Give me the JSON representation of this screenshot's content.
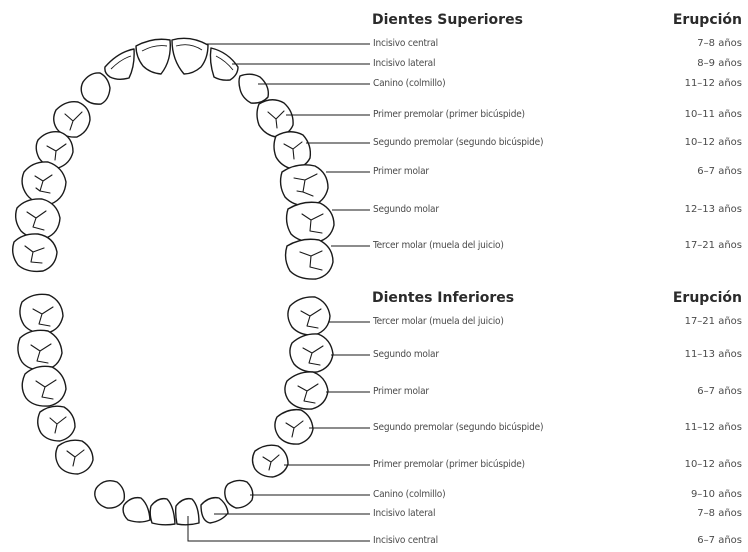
{
  "upper": {
    "title": "Dientes Superiores",
    "eruption_header": "Erupción",
    "rows": [
      {
        "label": "Incisivo central",
        "age": "7–8 años"
      },
      {
        "label": "Incisivo lateral",
        "age": "8–9 años"
      },
      {
        "label": "Canino (colmillo)",
        "age": "11–12 años"
      },
      {
        "label": "Primer premolar (primer bicúspide)",
        "age": "10–11 años"
      },
      {
        "label": "Segundo premolar (segundo bicúspide)",
        "age": "10–12 años"
      },
      {
        "label": "Primer molar",
        "age": "6–7 años"
      },
      {
        "label": "Segundo molar",
        "age": "12–13 años"
      },
      {
        "label": "Tercer molar (muela del juicio)",
        "age": "17–21 años"
      }
    ]
  },
  "lower": {
    "title": "Dientes Inferiores",
    "eruption_header": "Erupción",
    "rows": [
      {
        "label": "Tercer molar (muela del juicio)",
        "age": "17–21 años"
      },
      {
        "label": "Segundo molar",
        "age": "11–13 años"
      },
      {
        "label": "Primer molar",
        "age": "6–7 años"
      },
      {
        "label": "Segundo premolar (segundo bicúspide)",
        "age": "11–12 años"
      },
      {
        "label": "Primer premolar (primer bicúspide)",
        "age": "10–12 años"
      },
      {
        "label": "Canino (colmillo)",
        "age": "9–10 años"
      },
      {
        "label": "Incisivo lateral",
        "age": "7–8 años"
      },
      {
        "label": "Incisivo central",
        "age": "6–7 años"
      }
    ]
  }
}
